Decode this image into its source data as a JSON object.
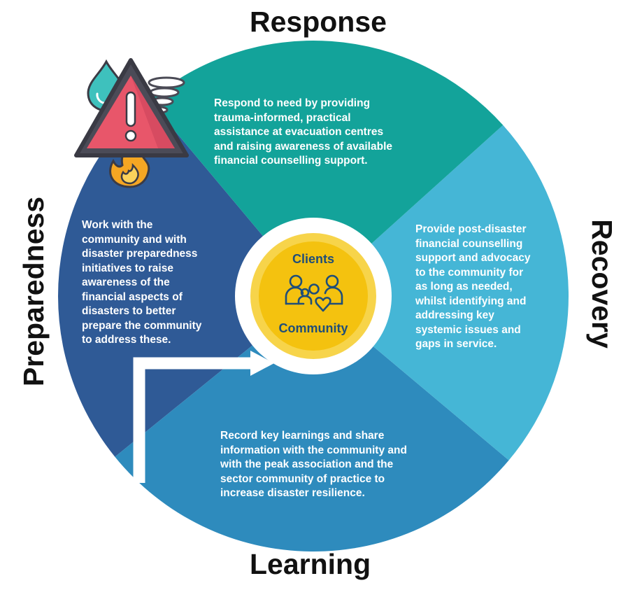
{
  "phases": {
    "response": {
      "title": "Response",
      "lines": [
        "Respond to need by providing",
        "trauma-informed, practical",
        "assistance at evacuation centres",
        "and raising awareness of available",
        "financial counselling support."
      ]
    },
    "recovery": {
      "title": "Recovery",
      "lines": [
        "Provide post-disaster",
        "financial counselling",
        "support and advocacy",
        "to the community for",
        "as long as needed,",
        "whilst identifying and",
        "addressing key",
        "systemic issues and",
        "gaps in service."
      ]
    },
    "learning": {
      "title": "Learning",
      "lines": [
        "Record key learnings and share",
        "information with the community and",
        "with the peak association and the",
        "sector community of practice to",
        "increase disaster resilience."
      ]
    },
    "preparedness": {
      "title": "Preparedness",
      "lines": [
        "Work with the",
        "community and with",
        "disaster preparedness",
        "initiatives to raise",
        "awareness of the",
        "financial aspects of",
        "disasters to  better",
        "prepare the community",
        "to address these."
      ]
    }
  },
  "center": {
    "top_label": "Clients",
    "bottom_label": "Community",
    "icon": "people-heart-icon"
  },
  "hazard_icon": "disaster-warning-icon",
  "colors": {
    "response": "#13a39a",
    "recovery": "#45b6d6",
    "learning": "#2e8bbd",
    "preparedness": "#2f5a96",
    "center_outer": "#f7d44a",
    "center_inner": "#f4c20f",
    "center_text": "#1f4e79"
  }
}
